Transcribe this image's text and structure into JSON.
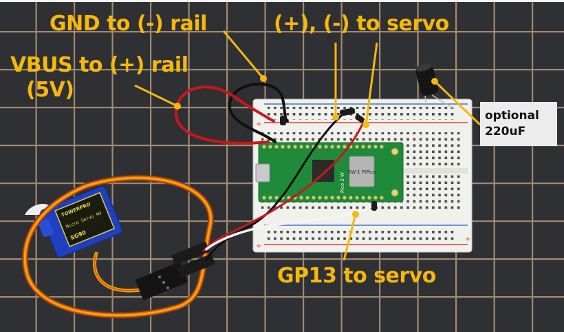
{
  "image": {
    "description": "Raspberry Pi Pico 2 W on a half-size breadboard wired to an SG90 micro servo, photographed on a cutting mat with annotation callouts",
    "colors": {
      "callout_text": "#f5b80c",
      "callout_line": "#f5b80c",
      "mat_background": "#2f3033",
      "mat_grid": "#a08a72",
      "note_box_background": "#ececec",
      "note_box_text": "#111111",
      "wire_vbus": "#c8161c",
      "wire_gnd": "#101010",
      "wire_signal": "#f4f4f4",
      "servo_body": "#1f3fbf",
      "servo_cable_signal": "#f2a900",
      "servo_cable_power": "#e0561a",
      "servo_cable_ground": "#7a3a1a",
      "pico_board": "#1f8a3a",
      "breadboard": "#f0f0ec",
      "rail_positive": "#d6413a",
      "rail_negative": "#3a78c8"
    }
  },
  "callouts": [
    {
      "id": "gnd",
      "text": "GND to (-) rail",
      "target": "black jumper wire from Pico GND to negative rail"
    },
    {
      "id": "vbus_line1",
      "text": "VBUS to (+) rail",
      "target": "red jumper wire from Pico VBUS to positive rail"
    },
    {
      "id": "vbus_line2",
      "text": "(5V)"
    },
    {
      "id": "servo_power",
      "text": "(+), (-) to servo",
      "target": "black and red wires from rails to servo connector"
    },
    {
      "id": "signal",
      "text": "GP13 to servo",
      "target": "white jumper wire from GP13 to servo signal"
    }
  ],
  "note": {
    "line1": "optional",
    "line2": "220uF",
    "target": "electrolytic capacitor across the power rails"
  },
  "components": {
    "board_label": "Pico 2 W",
    "module_marking": "2W-1 PiPico",
    "servo_brand": "TOWERPRO",
    "servo_model": "Micro Servo 99",
    "servo_part": "SG90"
  }
}
